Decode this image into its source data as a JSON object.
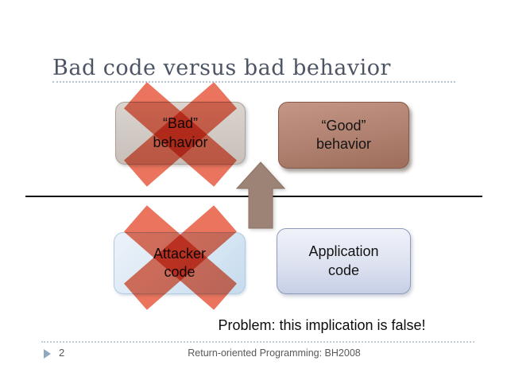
{
  "slide": {
    "title": "Bad code versus bad behavior",
    "problem_note": "Problem: this implication is false!",
    "footer": {
      "page_number": "2",
      "text": "Return-oriented Programming: BH2008"
    }
  },
  "diagram": {
    "top_left_box": {
      "line1": "“Bad”",
      "line2": "behavior",
      "crossed_out": true
    },
    "top_right_box": {
      "line1": "“Good”",
      "line2": "behavior",
      "crossed_out": false
    },
    "bottom_left_box": {
      "line1": "Attacker",
      "line2": "code",
      "crossed_out": true
    },
    "bottom_right_box": {
      "line1": "Application",
      "line2": "code",
      "crossed_out": false
    },
    "icons": {
      "cross": "red-x-cross",
      "arrow": "up-arrow",
      "bullet": "slide-bullet-triangle"
    },
    "colors": {
      "cross_red": "#ea6f58",
      "arrow_taupe": "#9d8375",
      "good_box_copper_top": "#c49686",
      "good_box_copper_bottom": "#9e6e5b",
      "bad_box_tan_top": "#dbd4cf",
      "bad_box_tan_bottom": "#c8bfb9",
      "attacker_box_blue_top": "#ecf2f9",
      "attacker_box_blue_bottom": "#c6dbee",
      "application_box_lavender_top": "#f0f2f9",
      "application_box_lavender_bottom": "#c7cfe7",
      "title_color": "#4d5565",
      "divider_line_color": "#121212",
      "dotted_rule_color": "#b6c4d4"
    }
  }
}
